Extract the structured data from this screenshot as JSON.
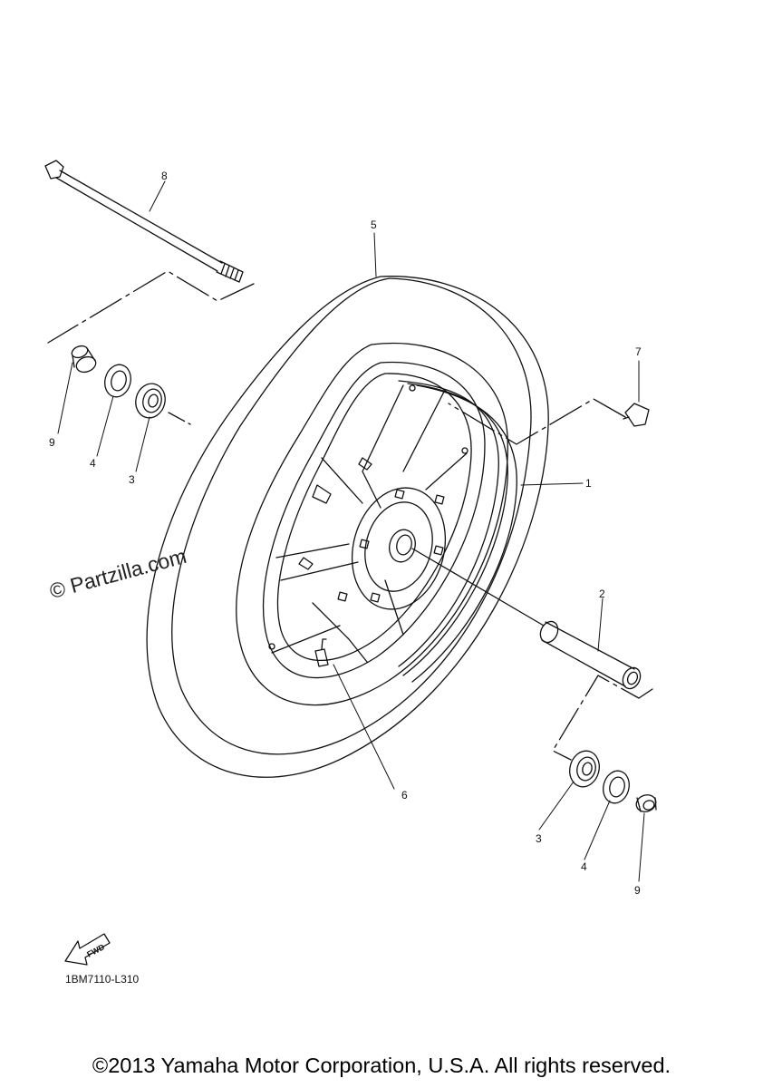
{
  "watermark": "© Partzilla.com",
  "diagram_code": "1BM7110-L310",
  "copyright": "©2013 Yamaha Motor Corporation, U.S.A. All rights reserved.",
  "fwd_label": "FWD",
  "callouts": {
    "n1": "1",
    "n2": "2",
    "n3_left": "3",
    "n3_right": "3",
    "n4_left": "4",
    "n4_right": "4",
    "n5": "5",
    "n6": "6",
    "n7": "7",
    "n8": "8",
    "n9_left": "9",
    "n9_right": "9"
  }
}
